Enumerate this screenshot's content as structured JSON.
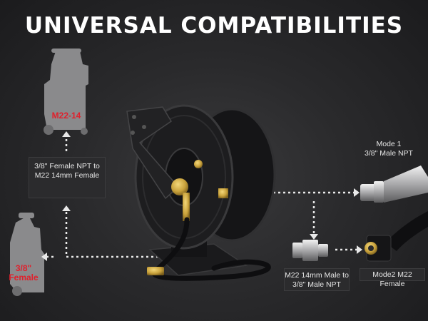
{
  "title": "UNIVERSAL COMPATIBILITIES",
  "machines": {
    "top_label": "M22-14",
    "bottom_label_line1": "3/8\"",
    "bottom_label_line2": "Female"
  },
  "adapter_left": {
    "line1": "3/8\" Female NPT to",
    "line2": "M22 14mm Female"
  },
  "mode1": {
    "line1": "Mode 1",
    "line2": "3/8\" Male NPT"
  },
  "adapter_bottom": {
    "line1": "M22 14mm Male to",
    "line2": "3/8\" Male NPT"
  },
  "mode2": {
    "label": "Mode2 M22 Female"
  },
  "colors": {
    "accent_red": "#e0202c",
    "brass": "#c9a23c",
    "machine_gray": "#8a8a8c"
  }
}
